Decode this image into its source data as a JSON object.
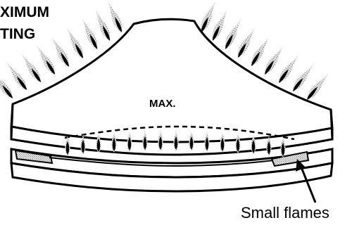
{
  "heading": {
    "line1": "XIMUM",
    "line2": "TING"
  },
  "labels": {
    "max": "MAX.",
    "small_flames": "Small flames"
  },
  "colors": {
    "ink": "#000000",
    "flame_fill": "#b8b8b8",
    "body": "#ffffff",
    "side": "#ffffff"
  }
}
